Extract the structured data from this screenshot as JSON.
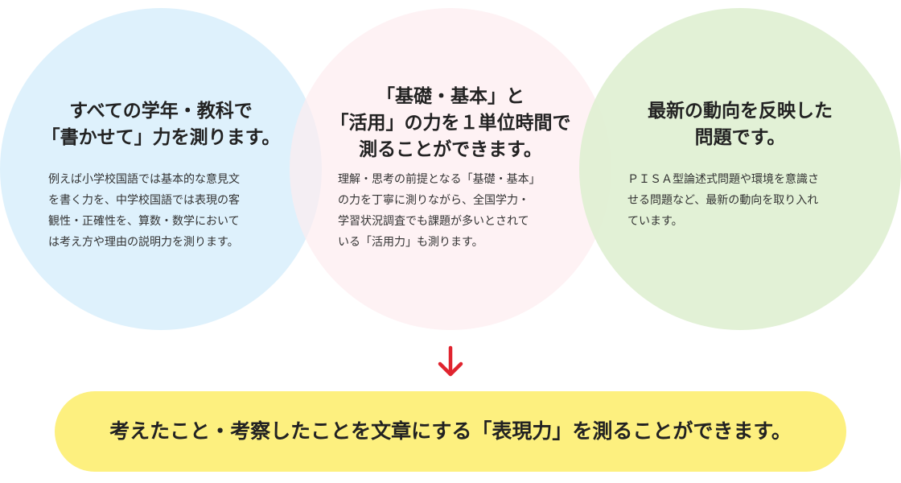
{
  "circles": [
    {
      "heading": [
        "すべての学年・教科で",
        "「書かせて」力を測ります。"
      ],
      "body": [
        "例えば小学校国語では基本的な意見文",
        "を書く力を、中学校国語では表現の客",
        "観性・正確性を、算数・数学において",
        "は考え方や理由の説明力を測ります。"
      ],
      "color": "#d8effc"
    },
    {
      "heading": [
        "「基礎・基本」と",
        "「活用」の力を１単位時間で",
        "測ることができます。"
      ],
      "body": [
        "理解・思考の前提となる「基礎・基本」",
        "の力を丁寧に測りながら、全国学力・",
        "学習状況調査でも課題が多いとされて",
        "いる「活用力」も測ります。"
      ],
      "color": "#fdecf0"
    },
    {
      "heading": [
        "最新の動向を反映した",
        "問題です。"
      ],
      "body": [
        "ＰＩＳＡ型論述式問題や環境を意識さ",
        "せる問題など、最新の動向を取り入れ",
        "ています。"
      ],
      "color": "#dff0d1"
    }
  ],
  "arrow": {
    "icon": "chevron-down-icon",
    "color": "#e0242f"
  },
  "summary": {
    "text": "考えたこと・考察したことを文章にする「表現力」を測ることができます。",
    "color": "#fdf07f"
  }
}
